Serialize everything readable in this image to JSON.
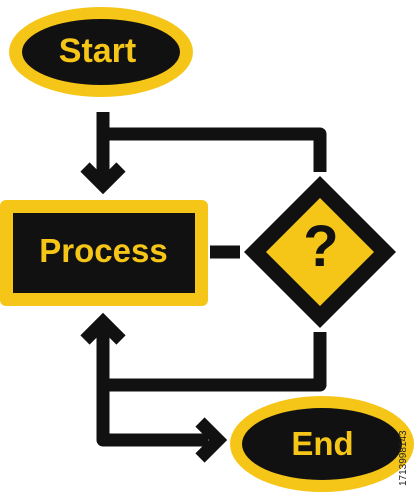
{
  "diagram": {
    "colors": {
      "accent": "#f5c518",
      "fill": "#111111",
      "background": "#ffffff"
    },
    "nodes": {
      "start": "Start",
      "process": "Process",
      "decision": "?",
      "end": "End"
    },
    "watermark_id": "1713998143"
  }
}
